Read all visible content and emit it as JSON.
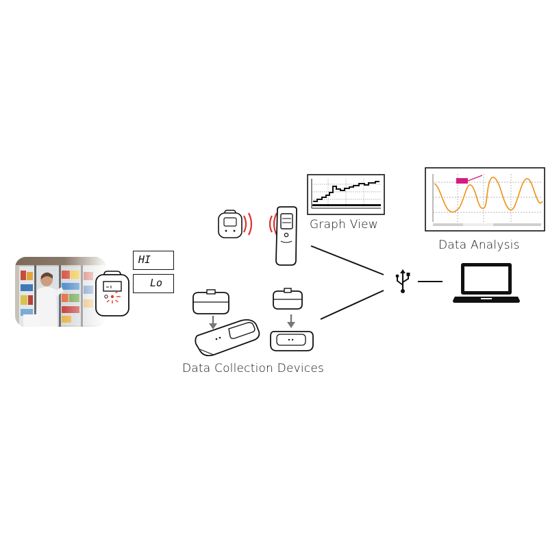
{
  "labels": {
    "graph_view": "Graph View",
    "data_analysis": "Data Analysis",
    "data_collection_devices": "Data Collection Devices"
  },
  "logger_display": {
    "hi": "HI",
    "lo": "Lo"
  },
  "colors": {
    "alarm_red": "#e53a2a",
    "signal_red": "#d9322a",
    "analysis_orange": "#f0951e",
    "analysis_magenta": "#d61b7f",
    "ink": "#111111"
  },
  "icons": [
    "data-logger-icon",
    "wireless-signal-icon",
    "handheld-reader-icon",
    "docking-station-icon",
    "usb-icon",
    "laptop-icon",
    "down-arrow-icon"
  ]
}
